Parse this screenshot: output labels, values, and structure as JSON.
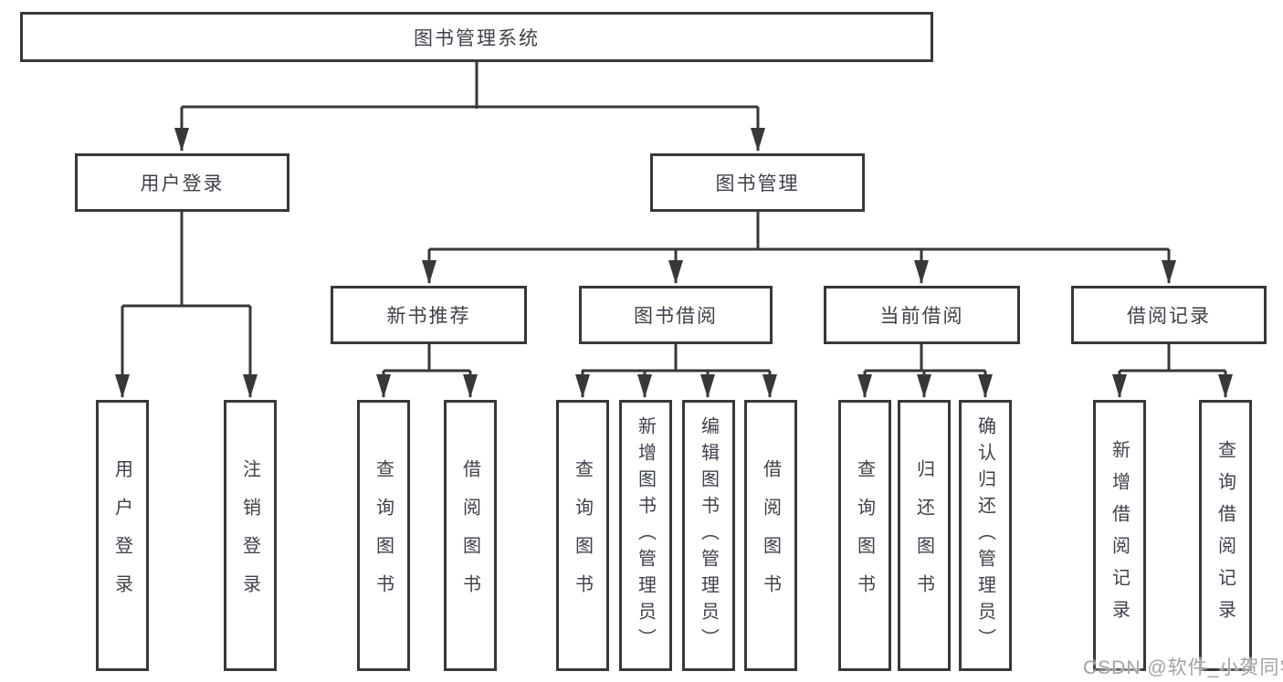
{
  "diagram": {
    "nodes": {
      "root": {
        "label": "图书管理系统"
      },
      "user_login": {
        "label": "用户登录"
      },
      "book_management": {
        "label": "图书管理"
      },
      "new_book_recommend": {
        "label": "新书推荐"
      },
      "book_borrow": {
        "label": "图书借阅"
      },
      "current_borrow": {
        "label": "当前借阅"
      },
      "borrow_records": {
        "label": "借阅记录"
      },
      "leaf_user_login": {
        "label": "用户登录"
      },
      "leaf_logout": {
        "label": "注销登录"
      },
      "leaf_query_books_1": {
        "label": "查询图书"
      },
      "leaf_borrow_books_1": {
        "label": "借阅图书"
      },
      "leaf_query_books_2": {
        "label": "查询图书"
      },
      "leaf_add_book_admin": {
        "label": "新增图书（管理员）"
      },
      "leaf_edit_book_admin": {
        "label": "编辑图书（管理员）"
      },
      "leaf_borrow_books_2": {
        "label": "借阅图书"
      },
      "leaf_query_books_3": {
        "label": "查询图书"
      },
      "leaf_return_book": {
        "label": "归还图书"
      },
      "leaf_confirm_return_admin": {
        "label": "确认归还（管理员）"
      },
      "leaf_add_borrow_record": {
        "label": "新增借阅记录"
      },
      "leaf_query_borrow_record": {
        "label": "查询借阅记录"
      }
    },
    "colors": {
      "line": "#383838",
      "text": "#3e414a",
      "background": "#ffffff"
    }
  },
  "watermark": {
    "text": "CSDN @软件_小贺同学",
    "color": "#a3a3a3"
  }
}
